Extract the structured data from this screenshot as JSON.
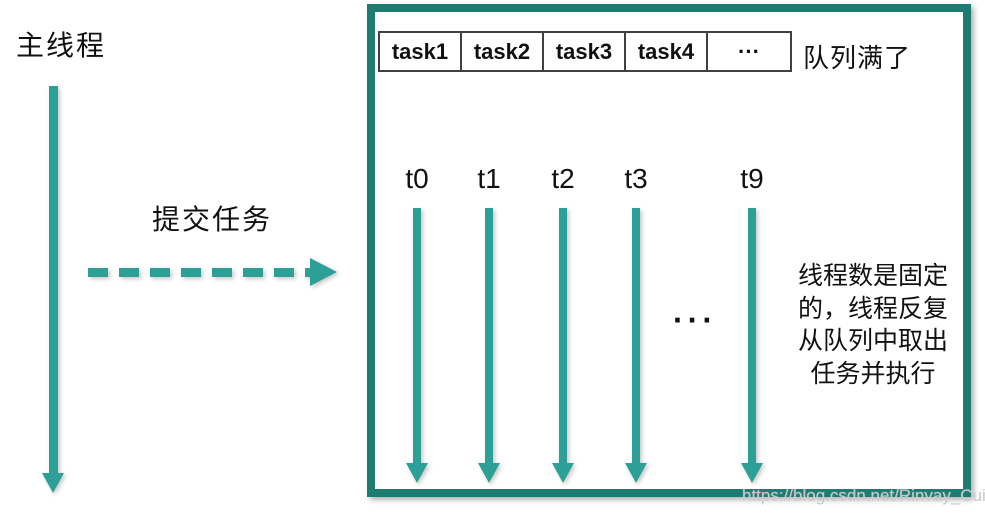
{
  "labels": {
    "main_thread": "主线程",
    "submit_task": "提交任务",
    "queue_full": "队列满了"
  },
  "queue": {
    "tasks": [
      "task1",
      "task2",
      "task3",
      "task4",
      "···"
    ]
  },
  "threads": {
    "labels": [
      "t0",
      "t1",
      "t2",
      "t3",
      "t9"
    ],
    "ellipsis": "···"
  },
  "note": {
    "lines": [
      "线程数是固定",
      "的，线程反复",
      "从队列中取出",
      "任务并执行"
    ]
  },
  "watermark": "https://blog.csdn.net/Rinvay_Cui",
  "colors": {
    "teal": "#2CA096",
    "border-teal": "#1E7B72",
    "table-border": "#404040",
    "text-black": "#111111",
    "watermark-gray": "#c8c8c8"
  }
}
